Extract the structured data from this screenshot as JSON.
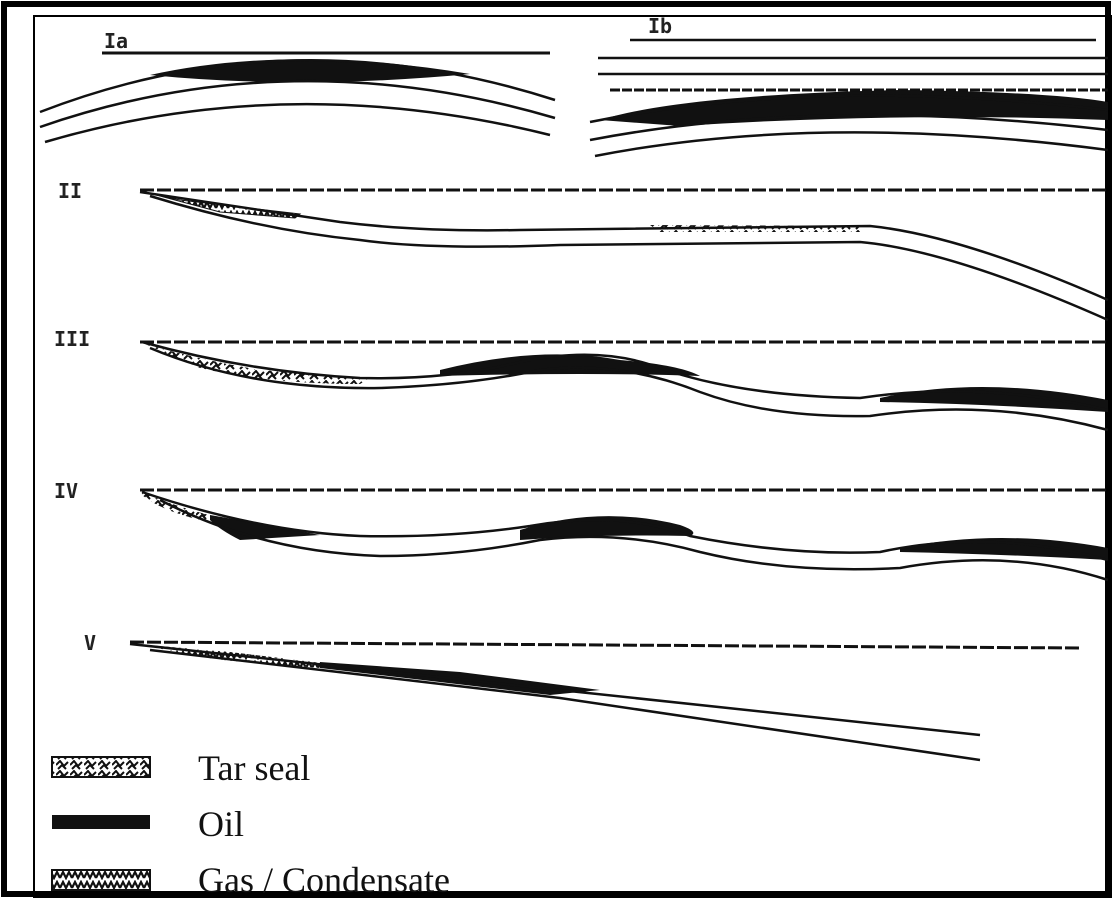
{
  "panels": [
    {
      "id": "Ia",
      "label": "Ia"
    },
    {
      "id": "Ib",
      "label": "Ib"
    },
    {
      "id": "II",
      "label": "II"
    },
    {
      "id": "III",
      "label": "III"
    },
    {
      "id": "IV",
      "label": "IV"
    },
    {
      "id": "V",
      "label": "V"
    }
  ],
  "legend": {
    "items": [
      {
        "key": "tar",
        "label": "Tar seal"
      },
      {
        "key": "oil",
        "label": "Oil"
      },
      {
        "key": "gas",
        "label": "Gas / Condensate"
      }
    ]
  },
  "colors": {
    "ink": "#111111",
    "frame": "#000000",
    "background": "#ffffff"
  }
}
